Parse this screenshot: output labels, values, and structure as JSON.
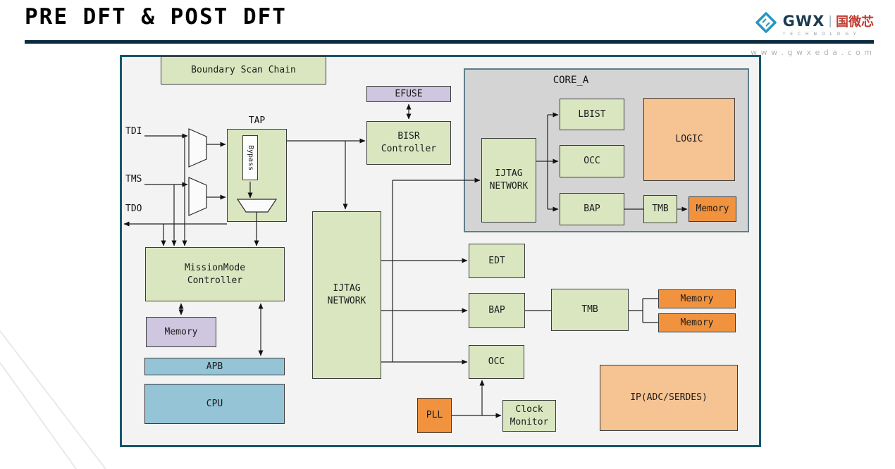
{
  "header": {
    "title": "PRE DFT & POST DFT",
    "website": "w w w . g w x e d a . c o m",
    "logo": {
      "brand": "GWX",
      "divider": "|",
      "brand_cn": "国微芯",
      "tagline": "T E C H N O L O G Y"
    }
  },
  "diagram": {
    "signals": {
      "tdi": "TDI",
      "tms": "TMS",
      "tdo": "TDO"
    },
    "blocks": {
      "boundary_scan_chain": "Boundary Scan Chain",
      "efuse": "EFUSE",
      "bisr_controller": "BISR\nController",
      "tap": "TAP",
      "bypass": "Bypass",
      "ijtag_main": "IJTAG\nNETWORK",
      "mission_mode": "MissionMode\nController",
      "memory_left": "Memory",
      "apb": "APB",
      "cpu": "CPU",
      "core_a": "CORE_A",
      "ijtag_core": "IJTAG\nNETWORK",
      "lbist": "LBIST",
      "occ_core": "OCC",
      "bap_core": "BAP",
      "tmb_core": "TMB",
      "memory_core": "Memory",
      "logic": "LOGIC",
      "edt": "EDT",
      "bap_main": "BAP",
      "tmb_main": "TMB",
      "memory_top": "Memory",
      "memory_bottom": "Memory",
      "occ_main": "OCC",
      "pll": "PLL",
      "clock_monitor": "Clock\nMonitor",
      "ip": "IP(ADC/SERDES)"
    },
    "colors": {
      "green": "#dae6c0",
      "purple": "#cfc6df",
      "blue": "#94c4d6",
      "orange": "#f0923e",
      "peach": "#f6c392",
      "core_bg": "#d4d4d4",
      "canvas_bg": "#f3f3f3",
      "canvas_border": "#14586b",
      "header_bar": "#0c2b3e",
      "logo_teal": "#2796c0",
      "logo_red": "#c13a30"
    }
  }
}
